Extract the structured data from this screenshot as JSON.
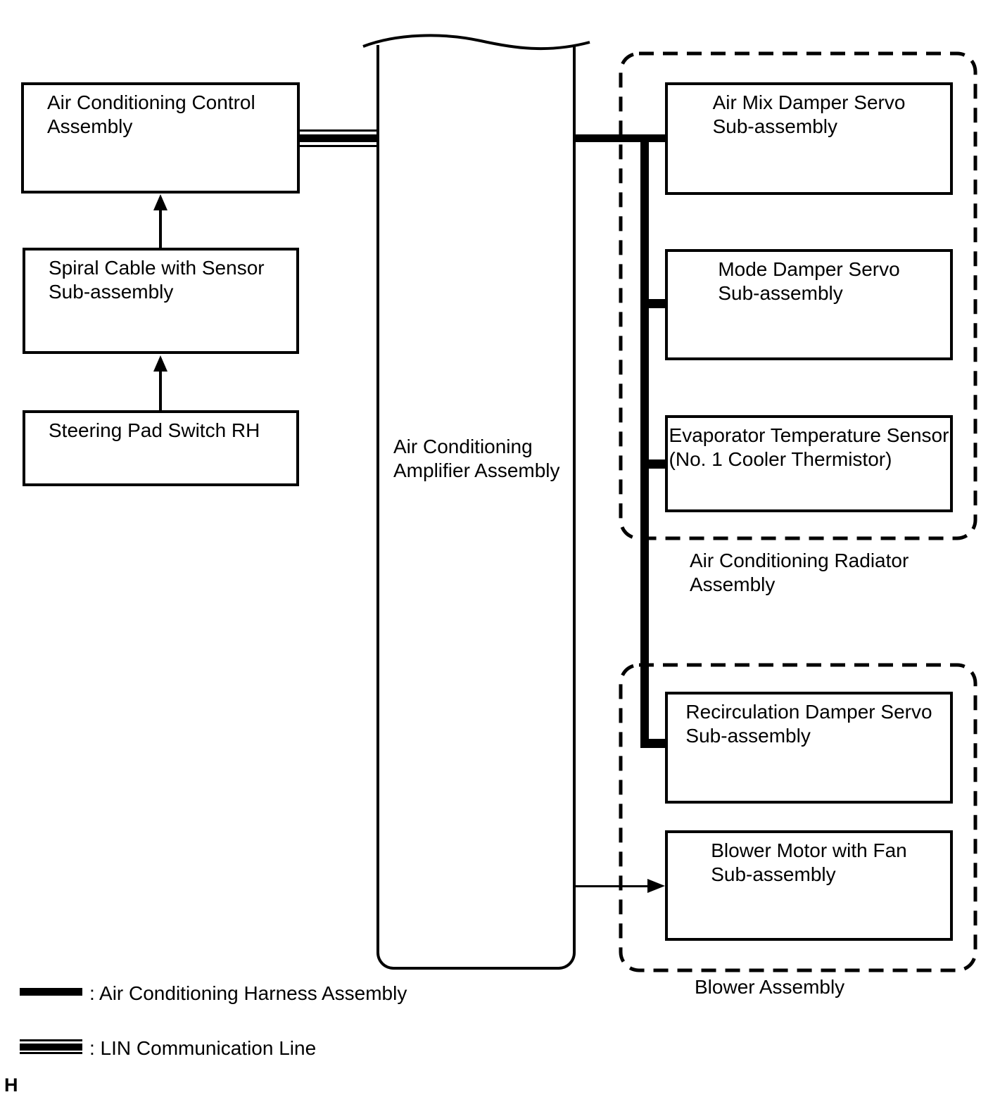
{
  "nodes": {
    "control": {
      "label": "Air Conditioning Control\nAssembly"
    },
    "spiral": {
      "label": "Spiral Cable with Sensor\nSub-assembly"
    },
    "steering": {
      "label": "Steering Pad Switch RH"
    },
    "amplifier": {
      "label": "Air Conditioning\nAmplifier Assembly"
    },
    "air_mix": {
      "label": "Air Mix Damper Servo\nSub-assembly"
    },
    "mode_damper": {
      "label": "Mode Damper Servo\nSub-assembly"
    },
    "evaporator": {
      "label": "Evaporator Temperature Sensor\n(No. 1 Cooler Thermistor)"
    },
    "recirculation": {
      "label": "Recirculation Damper Servo\nSub-assembly"
    },
    "blower_motor": {
      "label": "Blower Motor with Fan\nSub-assembly"
    }
  },
  "groups": {
    "radiator": {
      "label": "Air Conditioning Radiator\nAssembly"
    },
    "blower": {
      "label": "Blower Assembly"
    }
  },
  "legend": {
    "items": [
      {
        "swatch": "harness-line",
        "label": ": Air Conditioning Harness Assembly"
      },
      {
        "swatch": "lin-line",
        "label": ": LIN Communication Line"
      }
    ]
  },
  "footnote": {
    "label": "H"
  },
  "colors": {
    "ink": "#000000",
    "background": "#ffffff"
  }
}
